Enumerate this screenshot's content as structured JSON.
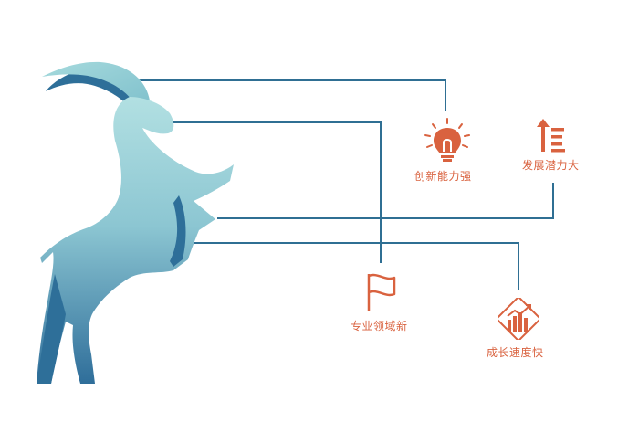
{
  "colors": {
    "accent": "#d9623f",
    "connector": "#2f6f93",
    "goat_light": "#a8d8dc",
    "goat_dark": "#2e6f99"
  },
  "features": [
    {
      "id": "innovation",
      "label": "创新能力强",
      "icon": "lightbulb-icon"
    },
    {
      "id": "potential",
      "label": "发展潜力大",
      "icon": "growth-arrow-icon"
    },
    {
      "id": "domain",
      "label": "专业领域新",
      "icon": "flag-icon"
    },
    {
      "id": "speed",
      "label": "成长速度快",
      "icon": "bar-chart-icon"
    }
  ]
}
